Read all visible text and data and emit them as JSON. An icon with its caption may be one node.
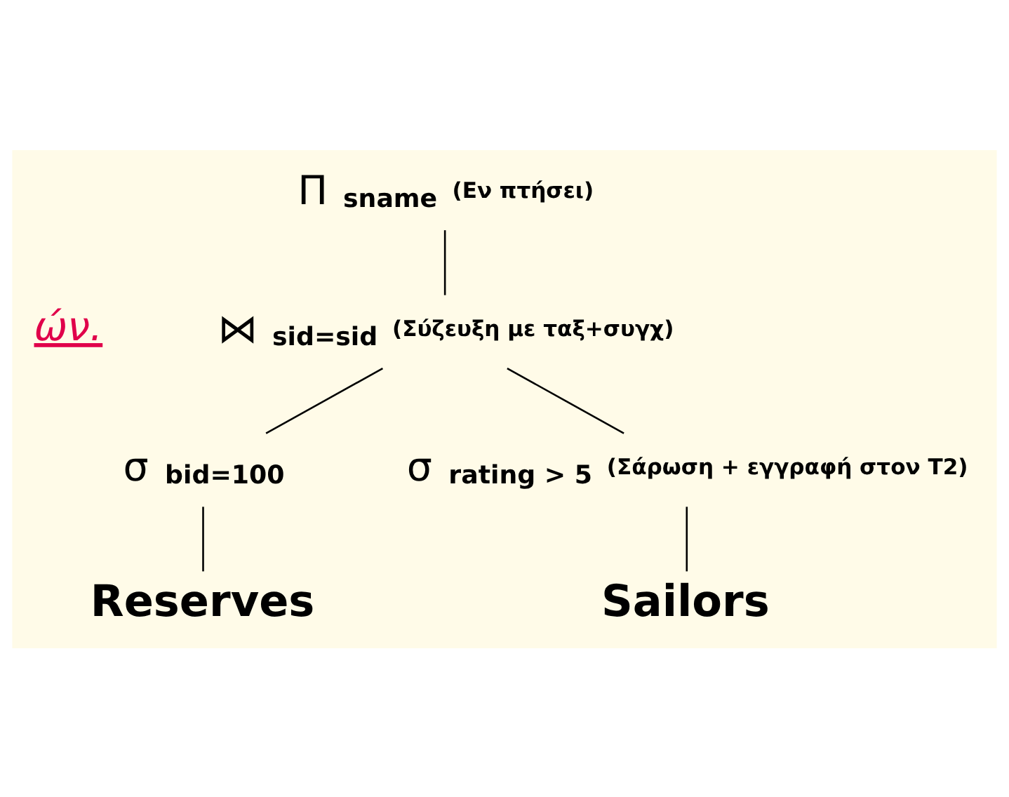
{
  "diagram": {
    "nodes": [
      {
        "text": [
          "Π",
          "sname"
        ],
        "beside": [
          "(Εν πτήσει)"
        ]
      },
      {
        "text": [
          "⋈",
          "sid=sid"
        ],
        "beside": [
          "(Σύζευξη με ταξ+συγχ)"
        ]
      },
      {
        "text": [
          "σ",
          "bid=100"
        ]
      },
      {
        "text": [
          "σ",
          "rating > 5"
        ],
        "beside": [
          "(Σάρωση + εγγραφή στον T2)"
        ]
      },
      {
        "text": [
          "Reserves"
        ]
      },
      {
        "text": [
          "Sailors"
        ]
      }
    ],
    "edges": [
      {
        "from": 0,
        "to": 1,
        "arrow": "none"
      },
      {
        "from": 1,
        "to": 2,
        "arrow": "none"
      },
      {
        "from": 1,
        "to": 3,
        "arrow": "none"
      },
      {
        "from": 2,
        "to": 4,
        "arrow": "none"
      },
      {
        "from": 3,
        "to": 5,
        "arrow": "none"
      }
    ],
    "labels": [
      "ών."
    ]
  }
}
